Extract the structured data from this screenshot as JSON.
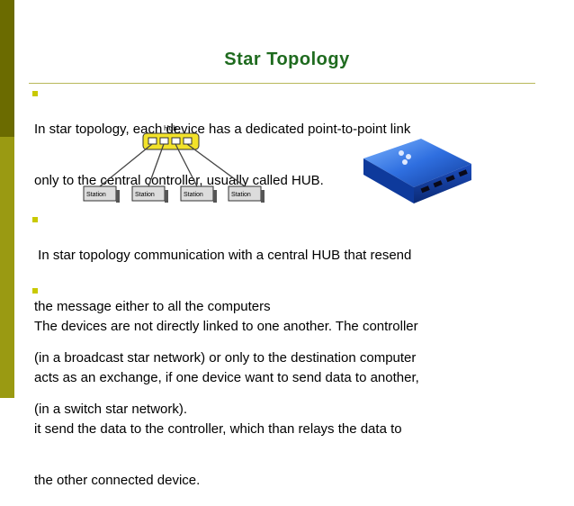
{
  "slide": {
    "title": "Star Topology",
    "bullets": [
      {
        "lines": [
          "In star topology, each device has a dedicated point-to-point link",
          "only to the central controller, usually called HUB."
        ]
      },
      {
        "lines": [
          " In star topology communication with a central HUB that resend",
          "the message either to all the computers",
          "(in a broadcast star network) or only to the destination computer",
          "(in a switch star network)."
        ]
      },
      {
        "lines": [
          "The devices are not directly linked to one another. The controller",
          "acts as an exchange, if one device want to send data to another,",
          "it send the data to the controller, which than relays the data to",
          "the other connected device."
        ]
      }
    ]
  },
  "diagram": {
    "hub_label": "Hub",
    "stations": [
      "Station",
      "Station",
      "Station",
      "Station"
    ]
  },
  "colors": {
    "title": "#1f6b1f",
    "hub": "#f2e22a",
    "sidebar_dark": "#6b6b00",
    "sidebar_light": "#9a9a12",
    "bullet": "#c9c900"
  }
}
